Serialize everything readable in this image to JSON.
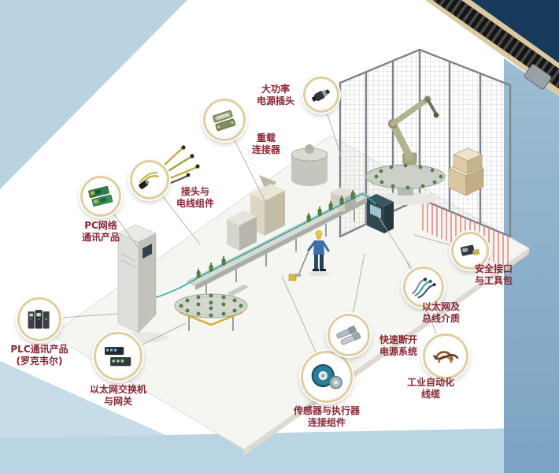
{
  "callouts": [
    {
      "id": "high-power-plug",
      "label": "大功率\n电源插头",
      "photo": "power-plug-photo"
    },
    {
      "id": "heavy-duty-connector",
      "label": "重载\n连接器",
      "photo": "heavy-duty-connector-photo"
    },
    {
      "id": "cordsets",
      "label": "接头与\n电线组件",
      "photo": "cordset-photo"
    },
    {
      "id": "pc-network",
      "label": "PC网络\n通讯产品",
      "photo": "pc-network-cards-photo"
    },
    {
      "id": "plc-comm",
      "label": "PLC通讯产品\n(罗克韦尔)",
      "photo": "plc-modules-photo"
    },
    {
      "id": "ethernet-switch",
      "label": "以太网交换机\n与网关",
      "photo": "ethernet-switch-photo"
    },
    {
      "id": "sensor-actuator",
      "label": "传感器与执行器\n连接组件",
      "photo": "sensor-connector-photo"
    },
    {
      "id": "quick-disconnect",
      "label": "快速断开\n电源系统",
      "photo": "quick-disconnect-photo"
    },
    {
      "id": "ethernet-media",
      "label": "以太网及\n总线介质",
      "photo": "bus-media-photo"
    },
    {
      "id": "safety-kit",
      "label": "安全接口\n与工具包",
      "photo": "safety-kit-photo"
    },
    {
      "id": "automation-cable",
      "label": "工业自动化\n线缆",
      "photo": "automation-cable-photo"
    }
  ],
  "colors": {
    "label_text": "#8a2433",
    "bubble_ring": "#e0cf9e",
    "light_blue_panel": "#b9d3e0",
    "right_band_blue": "#7ba3c2",
    "navy_corner": "#17395c",
    "beige_band": "#dcc9a1",
    "bottle_green": "#4c8a3f",
    "teal_cable": "#2ba8a5",
    "hatch_red": "#e4756c"
  }
}
